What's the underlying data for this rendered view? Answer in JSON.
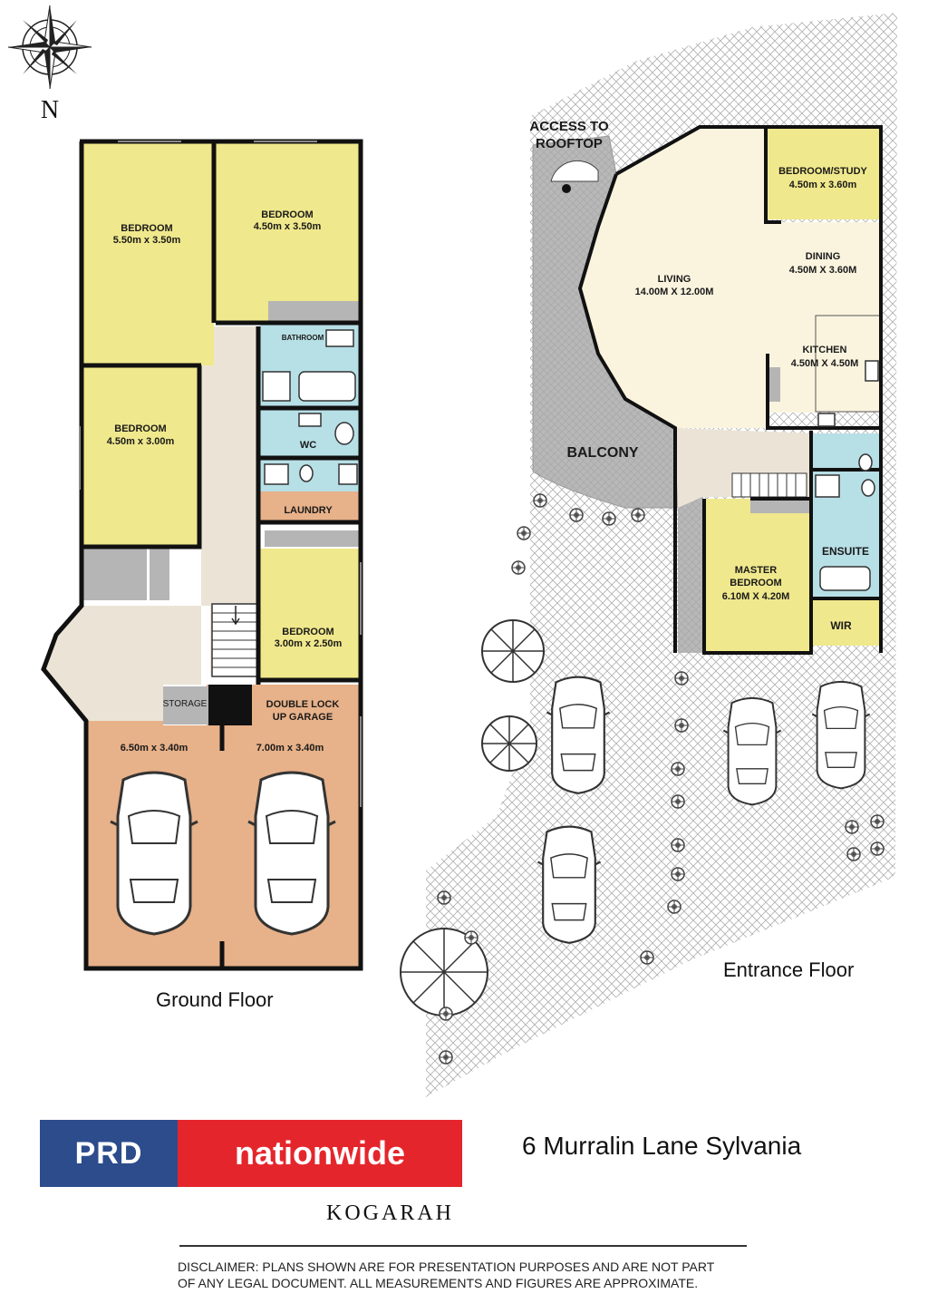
{
  "compass": {
    "north_label": "N"
  },
  "ground_floor": {
    "title": "Ground Floor",
    "rooms": {
      "bedroom1": {
        "name": "BEDROOM",
        "size": "5.50m x 3.50m"
      },
      "bedroom2": {
        "name": "BEDROOM",
        "size": "4.50m x 3.50m"
      },
      "bedroom3": {
        "name": "BEDROOM",
        "size": "4.50m x 3.00m"
      },
      "bedroom4": {
        "name": "BEDROOM",
        "size": "3.00m x 2.50m"
      },
      "bathroom": {
        "name": "BATHROOM"
      },
      "wc": {
        "name": "WC"
      },
      "laundry": {
        "name": "LAUNDRY"
      },
      "storage": {
        "name": "STORAGE"
      },
      "garage": {
        "line1": "DOUBLE LOCK",
        "line2": "UP GARAGE",
        "size_left": "6.50m x 3.40m",
        "size_right": "7.00m x 3.40m"
      }
    }
  },
  "entrance_floor": {
    "title": "Entrance Floor",
    "rooms": {
      "access": {
        "line1": "ACCESS TO",
        "line2": "ROOFTOP"
      },
      "balcony": {
        "name": "BALCONY"
      },
      "living": {
        "name": "LIVING",
        "size": "14.00M X 12.00M"
      },
      "study": {
        "name": "BEDROOM/STUDY",
        "size": "4.50m x 3.60m"
      },
      "dining": {
        "name": "DINING",
        "size": "4.50M X 3.60M"
      },
      "kitchen": {
        "name": "KITCHEN",
        "size": "4.50M X 4.50M"
      },
      "master": {
        "line1": "MASTER",
        "line2": "BEDROOM",
        "size": "6.10M X 4.20M"
      },
      "ensuite": {
        "name": "ENSUITE"
      },
      "wir": {
        "name": "WIR"
      }
    }
  },
  "branding": {
    "brand_left": "PRD",
    "brand_right": "nationwide",
    "office": "KOGARAH",
    "address": "6 Murralin Lane Sylvania"
  },
  "disclaimer": {
    "line1": "DISCLAIMER:  PLANS SHOWN ARE FOR PRESENTATION PURPOSES AND ARE NOT PART",
    "line2": "OF ANY LEGAL DOCUMENT. ALL MEASUREMENTS AND FIGURES ARE APPROXIMATE."
  },
  "colors": {
    "bedroom": "#f0e88c",
    "wet_area": "#b7dfe6",
    "laundry_garage": "#e7b189",
    "hall": "#ebe4d6",
    "living": "#faf4df",
    "balcony": "#b9b9b9",
    "brand_blue": "#2c4c8c",
    "brand_red": "#e4262c"
  }
}
